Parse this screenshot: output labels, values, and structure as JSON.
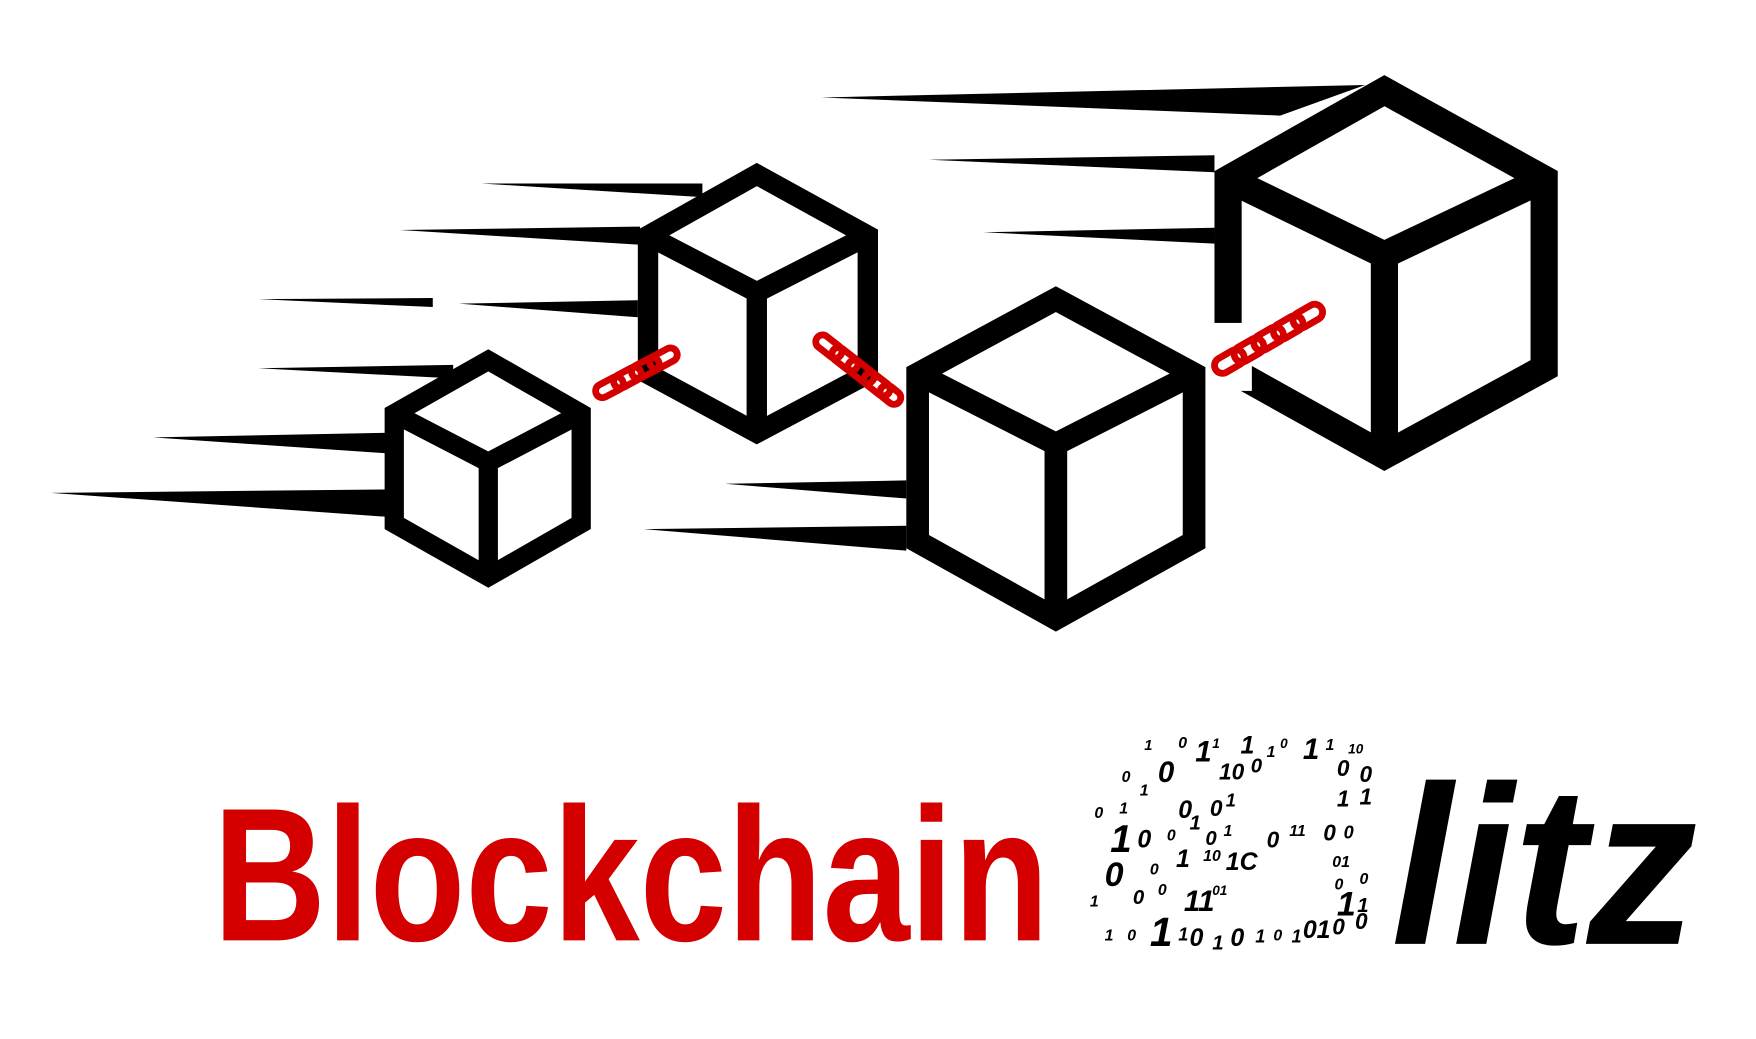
{
  "logo": {
    "word_red": "Blockchain",
    "word_black_rest": "litz",
    "binary_letter": "B",
    "colors": {
      "red": "#d40000",
      "black": "#000000",
      "background": "#ffffff"
    },
    "graphic": {
      "description": "Four isometric cubes with speed lines linked by red chains",
      "cube_count": 4,
      "chain_count": 3
    }
  }
}
